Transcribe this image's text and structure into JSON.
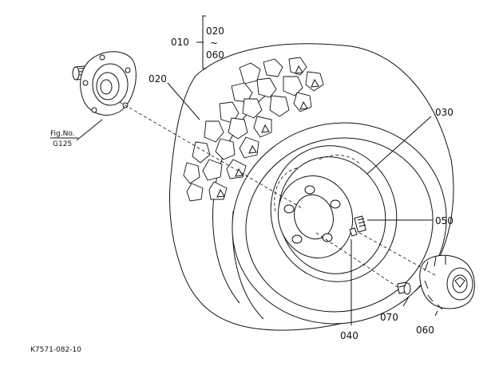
{
  "labels": {
    "p010": "010",
    "p020_top": "020",
    "tilde": "~",
    "p060_top": "060",
    "p020": "020",
    "p030": "030",
    "p050": "050",
    "p040": "040",
    "p070": "070",
    "p060": "060",
    "fig_no": "Fig.No.",
    "fig_ref": "G125"
  },
  "footer_code": "K7571-082-10"
}
